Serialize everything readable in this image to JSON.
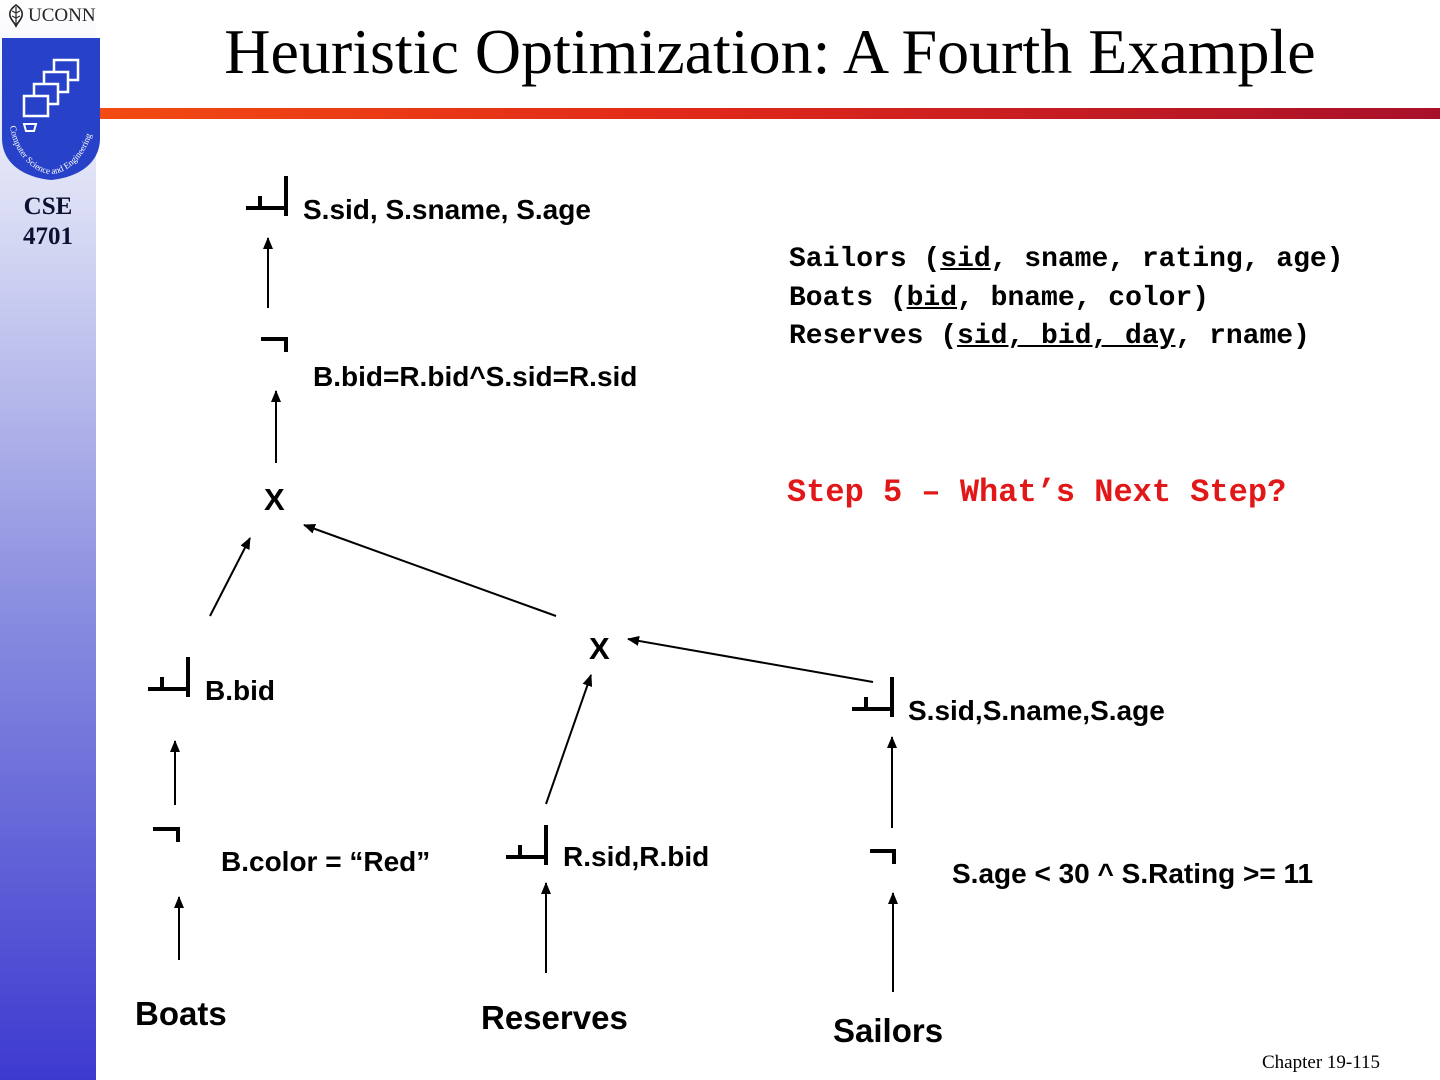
{
  "header": {
    "title": "Heuristic Optimization: A Fourth Example",
    "university": "UCONN",
    "logo_text": "Computer Science and Engineering",
    "course_line1": "CSE",
    "course_line2": "4701"
  },
  "query_tree": {
    "top_projection": "S.sid, S.sname, S.age",
    "join_selection": "B.bid=R.bid^S.sid=R.sid",
    "upper_product": "X",
    "lower_product": "X",
    "boats_projection": "B.bid",
    "sailors_projection": "S.sid,S.name,S.age",
    "boats_selection": "B.color = “Red”",
    "reserves_projection": "R.sid,R.bid",
    "sailors_selection": "S.age < 30 ^ S.Rating >= 11",
    "relation_boats": "Boats",
    "relation_reserves": "Reserves",
    "relation_sailors": "Sailors",
    "projection_symbol": "pi-icon",
    "selection_symbol": "sigma-icon"
  },
  "schema": {
    "sailors": {
      "prefix": "Sailors (",
      "key": "sid",
      "suffix": ", sname, rating, age)"
    },
    "boats": {
      "prefix": "Boats (",
      "key": "bid",
      "suffix": ", bname, color)"
    },
    "reserves": {
      "prefix": "Reserves (",
      "key": "sid, bid, day",
      "suffix": ", rname)"
    }
  },
  "step_text": "Step 5 – What’s Next Step?",
  "footer": "Chapter 19-115",
  "colors": {
    "accent_red": "#e21818",
    "rule_start": "#f24a12",
    "rule_end": "#a8102a",
    "sidebar_bottom": "#3d3ad0"
  }
}
